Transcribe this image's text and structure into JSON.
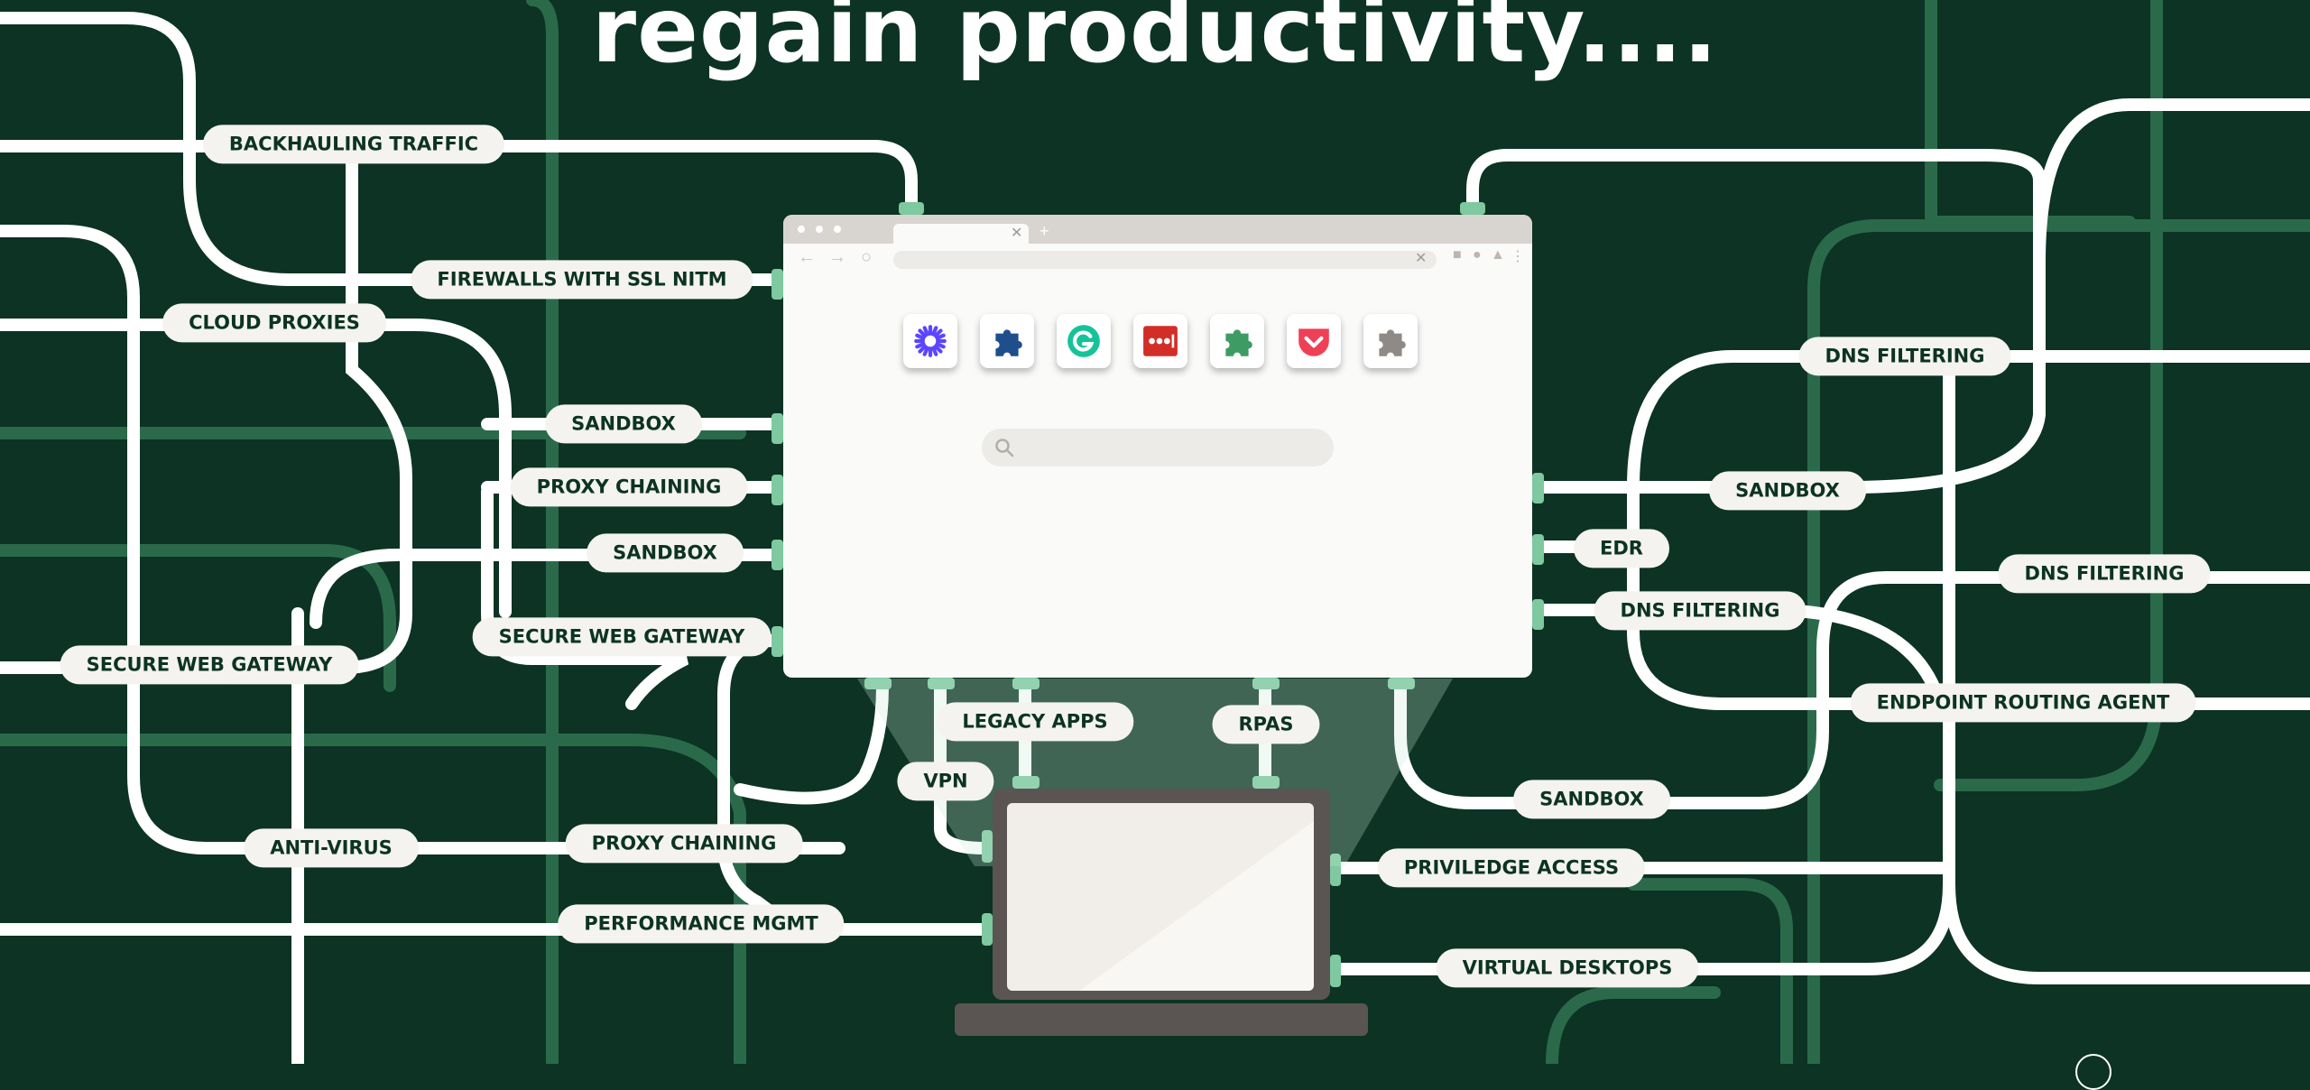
{
  "headline": "regain productivity....",
  "colors": {
    "background": "#0c3323",
    "line": "#ffffff",
    "background_line": "#2a6a4a",
    "connector": "#7ec99f",
    "pill_text": "#0c3323"
  },
  "labels": {
    "backhauling_traffic": "BACKHAULING TRAFFIC",
    "firewalls_ssl": "FIREWALLS WITH SSL NITM",
    "cloud_proxies": "CLOUD PROXIES",
    "sandbox_left_1": "SANDBOX",
    "proxy_chaining_1": "PROXY CHAINING",
    "sandbox_left_2": "SANDBOX",
    "secure_web_gateway_1": "SECURE WEB GATEWAY",
    "secure_web_gateway_2": "SECURE WEB GATEWAY",
    "legacy_apps": "LEGACY APPS",
    "rpas": "RPAS",
    "vpn": "VPN",
    "anti_virus": "ANTI-VIRUS",
    "proxy_chaining_2": "PROXY CHAINING",
    "performance_mgmt": "PERFORMANCE MGMT",
    "dns_filtering_1": "DNS FILTERING",
    "sandbox_right_1": "SANDBOX",
    "edr": "EDR",
    "dns_filtering_2": "DNS FILTERING",
    "dns_filtering_3": "DNS FILTERING",
    "endpoint_routing_agent": "ENDPOINT ROUTING AGENT",
    "sandbox_right_2": "SANDBOX",
    "priviledge_access": "PRIVILEDGE ACCESS",
    "virtual_desktops": "VIRTUAL DESKTOPS"
  },
  "browser": {
    "extension_icons": [
      "starburst-icon",
      "puzzle-icon",
      "grammarly-icon",
      "lastpass-icon",
      "puzzle-icon",
      "pocket-icon",
      "puzzle-icon"
    ]
  }
}
